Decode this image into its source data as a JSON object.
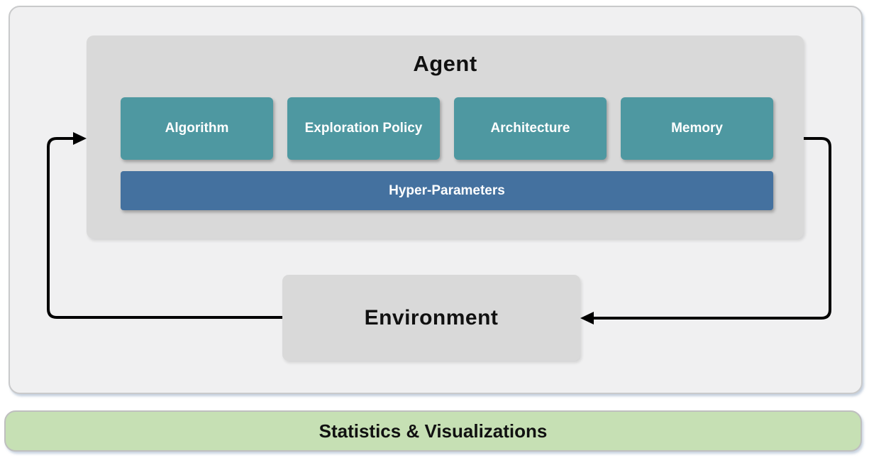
{
  "agent": {
    "title": "Agent",
    "modules": [
      {
        "label": "Algorithm"
      },
      {
        "label": "Exploration Policy"
      },
      {
        "label": "Architecture"
      },
      {
        "label": "Memory"
      }
    ],
    "hyper_parameters": {
      "label": "Hyper-Parameters"
    }
  },
  "environment": {
    "label": "Environment"
  },
  "statistics": {
    "label": "Statistics & Visualizations"
  },
  "colors": {
    "module_teal": "#4E98A1",
    "hyper_parameters_blue": "#44719F",
    "container_gray": "#D9D9D9",
    "panel_background": "#F0F0F1",
    "statistics_green": "#C6E0B4",
    "statistics_border": "#BFBFBF",
    "arrow": "#000000"
  }
}
